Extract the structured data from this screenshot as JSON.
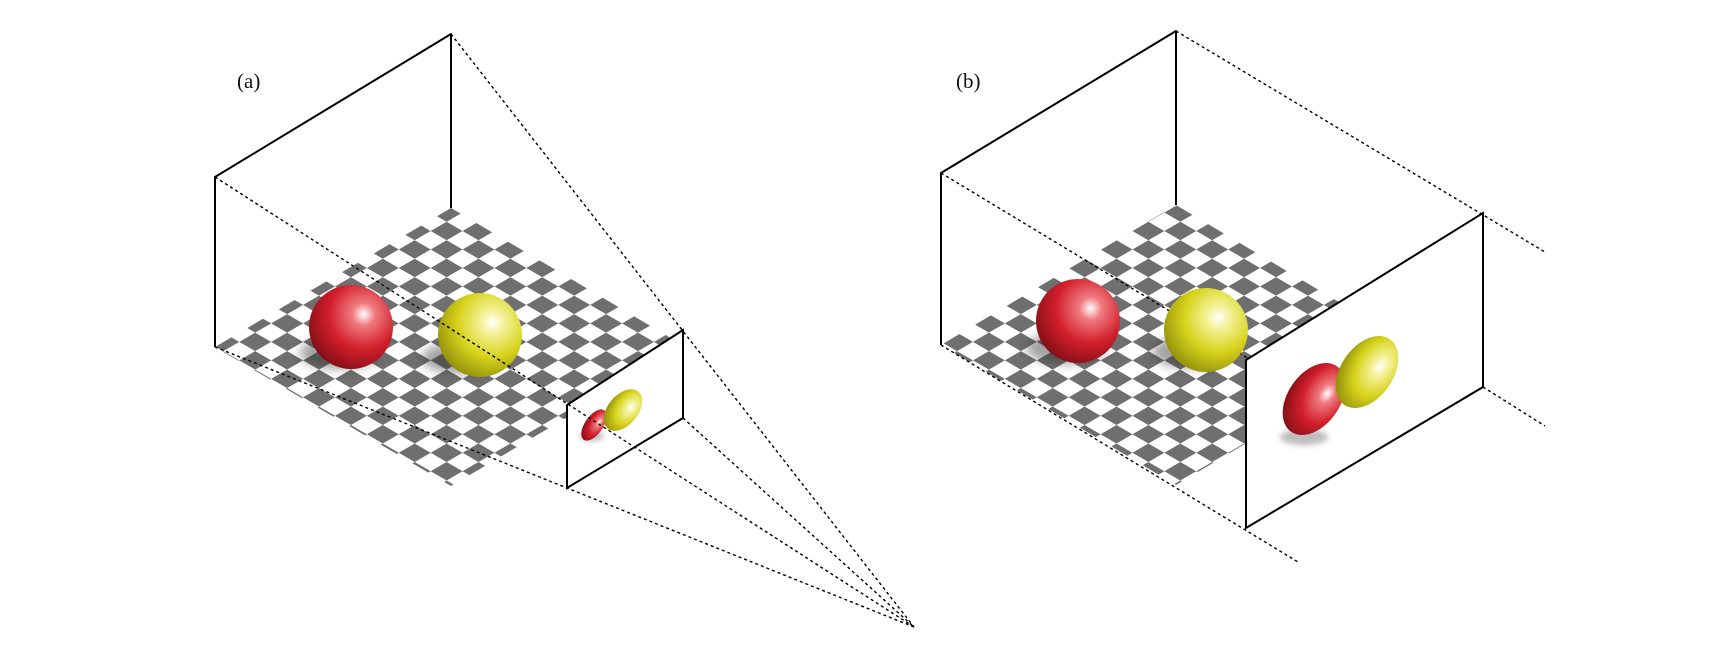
{
  "panels": [
    {
      "id": "a",
      "label": "(a)",
      "projection": "perspective"
    },
    {
      "id": "b",
      "label": "(b)",
      "projection": "orthographic"
    }
  ],
  "colors": {
    "checker_dark": "#6f6f6f",
    "checker_light": "#ffffff",
    "red_sphere": "#d4202a",
    "yellow_sphere": "#d8d41c",
    "frame": "#000000"
  }
}
